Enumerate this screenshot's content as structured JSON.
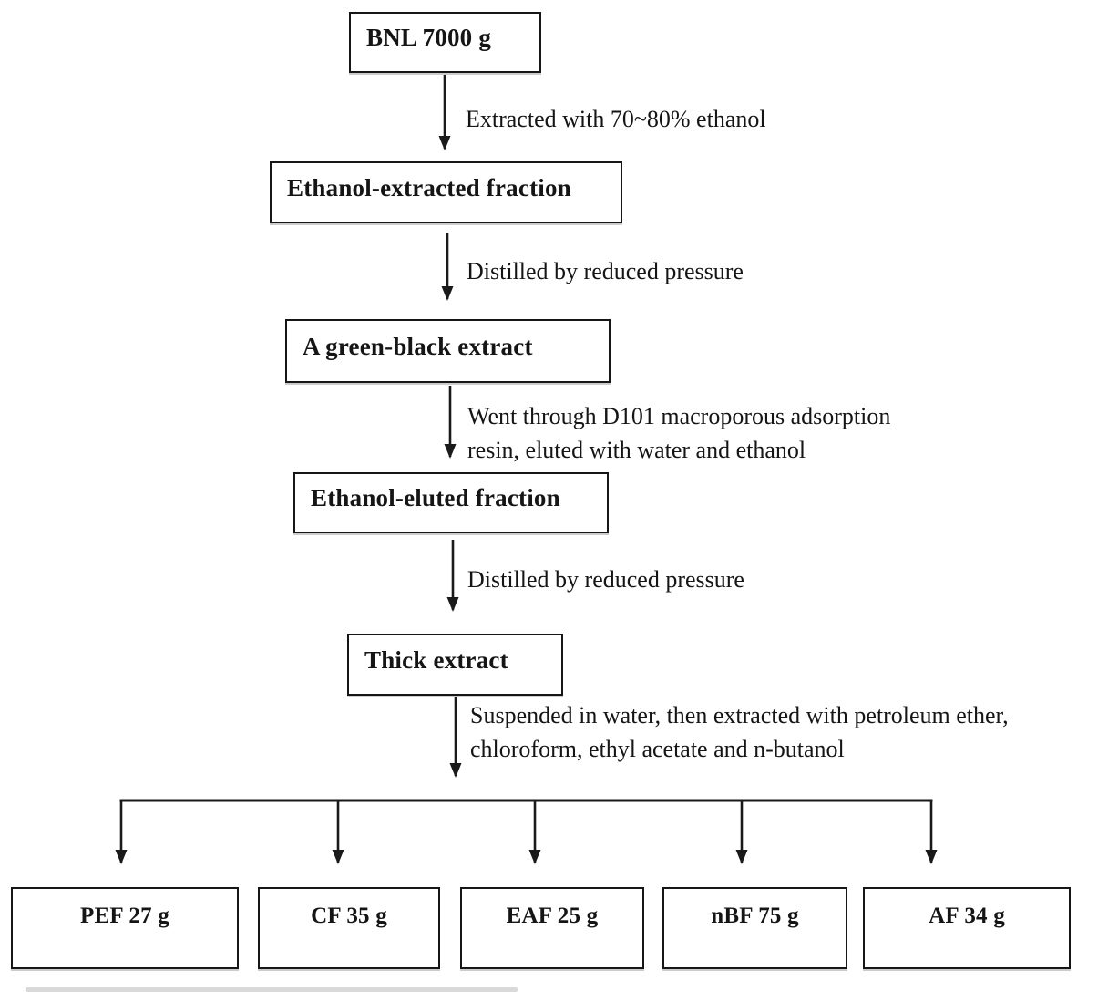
{
  "flow": {
    "nodes": [
      {
        "id": "bnl",
        "label": "BNL 7000 g"
      },
      {
        "id": "ethanol-extracted-fraction",
        "label": "Ethanol-extracted fraction"
      },
      {
        "id": "green-black-extract",
        "label": "A green-black extract"
      },
      {
        "id": "ethanol-eluted-fraction",
        "label": "Ethanol-eluted fraction"
      },
      {
        "id": "thick-extract",
        "label": "Thick extract"
      }
    ],
    "steps": [
      {
        "label": "Extracted with 70~80% ethanol"
      },
      {
        "label": "Distilled by reduced pressure"
      },
      {
        "label": "Went through D101 macroporous adsorption resin, eluted with water and ethanol"
      },
      {
        "label": "Distilled by reduced pressure"
      },
      {
        "label": "Suspended in water, then extracted with petroleum ether, chloroform, ethyl acetate and n-butanol"
      }
    ],
    "fractions": [
      {
        "id": "pef",
        "label": "PEF 27 g"
      },
      {
        "id": "cf",
        "label": "CF 35 g"
      },
      {
        "id": "eaf",
        "label": "EAF 25 g"
      },
      {
        "id": "nbf",
        "label": "nBF 75 g"
      },
      {
        "id": "af",
        "label": "AF 34 g"
      }
    ],
    "colors": {
      "line": "#1a1a1a",
      "box_border": "#161616",
      "text": "#151515",
      "background": "#ffffff"
    }
  }
}
